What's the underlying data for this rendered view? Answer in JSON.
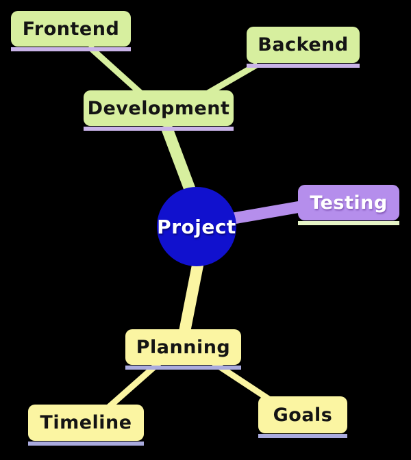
{
  "canvas": {
    "background": "#000000"
  },
  "palette": {
    "branch_green": "#D7EF9F",
    "branch_yellow": "#FBF5A2",
    "branch_purple": "#B58EEC",
    "root_blue": "#1111CE",
    "underline_lavender": "#C9B3E8",
    "underline_periwinkle": "#AAABDE",
    "underline_palegreen": "#E6F4C6",
    "text_dark": "#141414",
    "text_light": "#FFFFFF"
  },
  "nodes": {
    "project": {
      "label": "Project"
    },
    "development": {
      "label": "Development"
    },
    "frontend": {
      "label": "Frontend"
    },
    "backend": {
      "label": "Backend"
    },
    "testing": {
      "label": "Testing"
    },
    "planning": {
      "label": "Planning"
    },
    "timeline": {
      "label": "Timeline"
    },
    "goals": {
      "label": "Goals"
    }
  },
  "edges": [
    {
      "from": "project",
      "to": "development",
      "color": "#D7EF9F"
    },
    {
      "from": "development",
      "to": "frontend",
      "color": "#D7EF9F"
    },
    {
      "from": "development",
      "to": "backend",
      "color": "#D7EF9F"
    },
    {
      "from": "project",
      "to": "testing",
      "color": "#B58EEC"
    },
    {
      "from": "project",
      "to": "planning",
      "color": "#FBF5A2"
    },
    {
      "from": "planning",
      "to": "timeline",
      "color": "#FBF5A2"
    },
    {
      "from": "planning",
      "to": "goals",
      "color": "#FBF5A2"
    }
  ]
}
